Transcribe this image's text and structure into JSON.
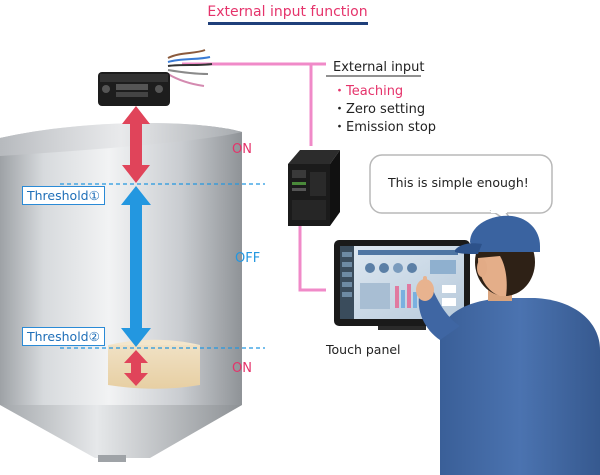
{
  "title": "External input function",
  "external_input": {
    "header": "External input",
    "items": [
      {
        "label": "・Teaching",
        "color": "#e5336b"
      },
      {
        "label": "・Zero setting",
        "color": "#222222"
      },
      {
        "label": "・Emission stop",
        "color": "#222222"
      }
    ]
  },
  "thresholds": {
    "upper": "Threshold①",
    "lower": "Threshold②"
  },
  "zones": {
    "top": "ON",
    "middle": "OFF",
    "bottom": "ON"
  },
  "speech_bubble": "This is simple enough!",
  "touch_panel_label": "Touch panel",
  "colors": {
    "accent_pink": "#e5336b",
    "cable_pink": "#f08ac8",
    "blue_arrow": "#2397e0",
    "red_arrow": "#e0445a",
    "title_underline": "#1f3f7a"
  },
  "icons": [
    "laser-sensor-icon",
    "controller-icon",
    "touch-panel-icon",
    "operator-icon",
    "silo-icon"
  ]
}
